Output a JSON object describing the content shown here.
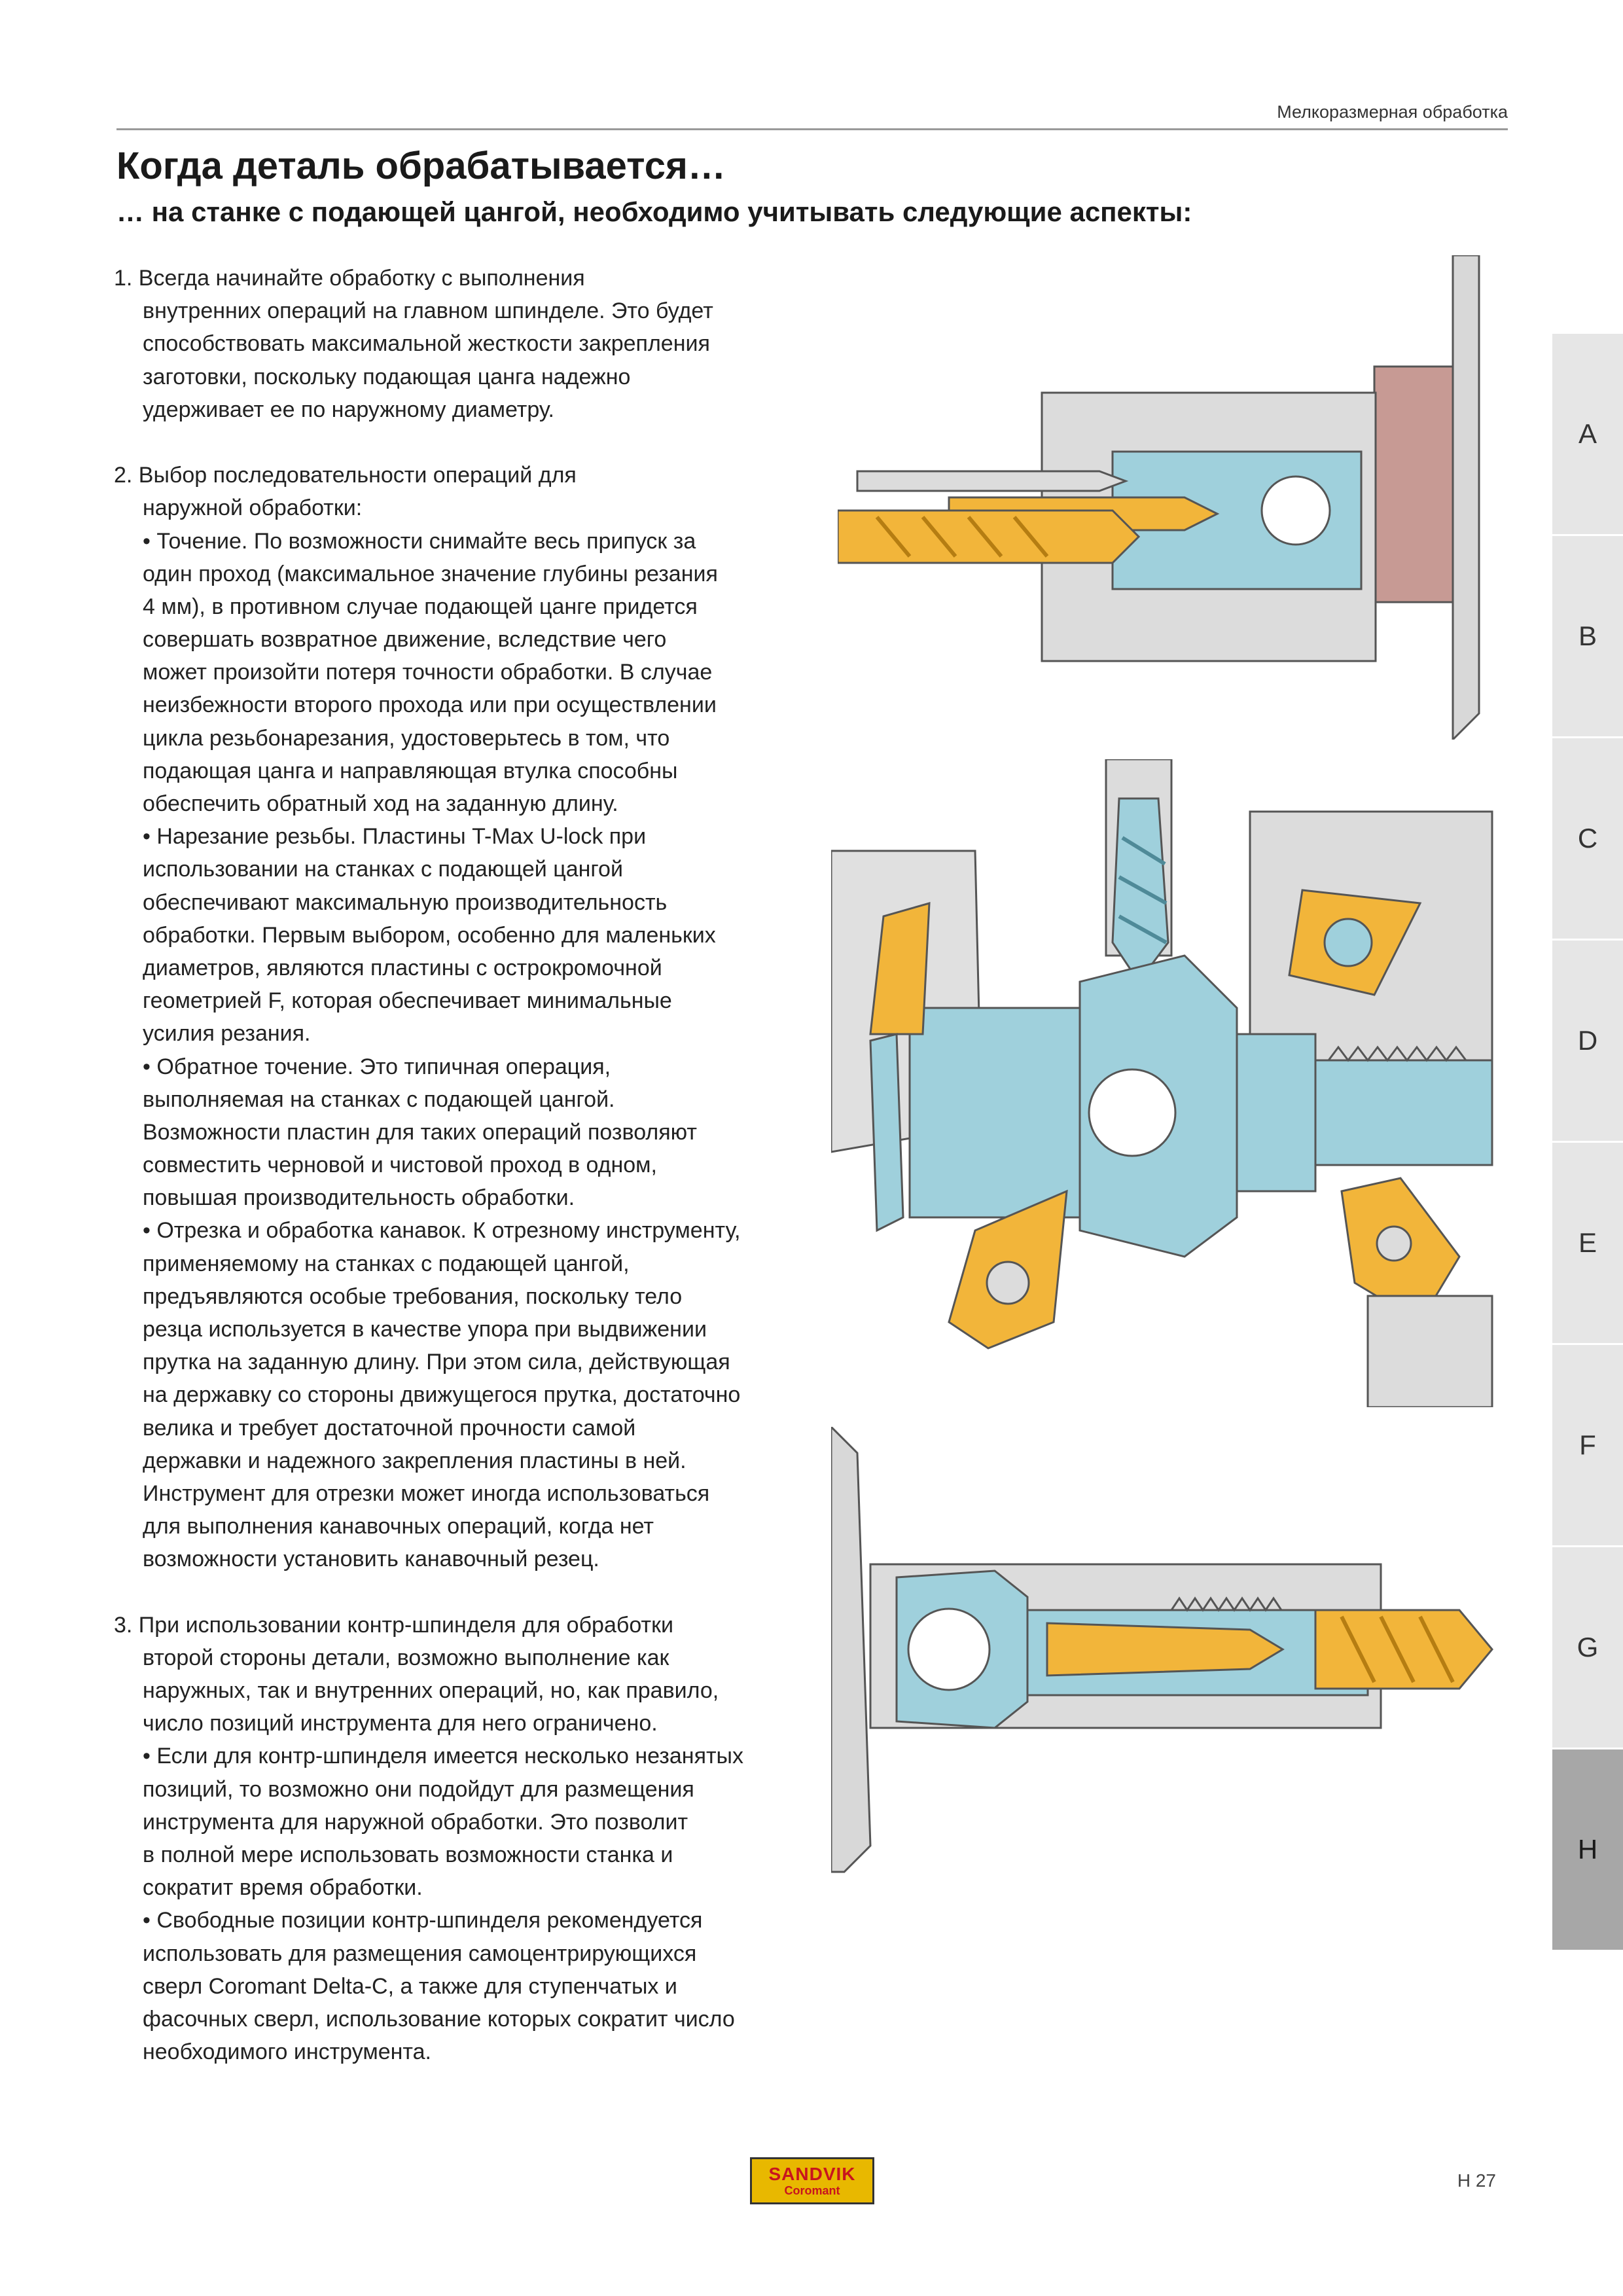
{
  "header": {
    "section": "Мелкоразмерная обработка",
    "title": "Когда деталь обрабатывается…",
    "subtitle": "… на станке с подающей цангой, необходимо учитывать следующие аспекты:"
  },
  "body_lines": [
    "1. Всегда начинайте обработку с выполнения",
    "внутренних операций на главном шпинделе. Это будет",
    "способствовать максимальной жесткости закрепления",
    "заготовки, поскольку подающая цанга надежно",
    "удерживает ее по наружному диаметру.",
    "",
    "2. Выбор последовательности операций для",
    "наружной обработки:",
    "• Точение. По возможности снимайте весь припуск за",
    "один проход (максимальное значение глубины резания",
    "4 мм), в противном случае подающей цанге придется",
    "совершать возвратное движение, вследствие чего",
    "может произойти потеря точности обработки. В случае",
    "неизбежности второго прохода или при осуществлении",
    "цикла резьбонарезания, удостоверьтесь в том, что",
    "подающая цанга и направляющая втулка способны",
    "обеспечить обратный ход на заданную длину.",
    "• Нарезание резьбы. Пластины T-Max U-lock при",
    "использовании на станках с подающей цангой",
    "обеспечивают максимальную производительность",
    "обработки. Первым выбором, особенно для маленьких",
    "диаметров, являются пластины с острокромочной",
    "геометрией F, которая обеспечивает минимальные",
    "усилия резания.",
    "• Обратное точение. Это типичная операция,",
    "выполняемая на станках с подающей цангой.",
    "Возможности пластин для таких операций позволяют",
    "совместить черновой и чистовой проход в одном,",
    "повышая производительность обработки.",
    "• Отрезка и обработка канавок. К отрезному инструменту,",
    "применяемому на станках с подающей цангой,",
    "предъявляются особые требования, поскольку тело",
    "резца используется в качестве упора при выдвижении",
    "прутка на заданную длину. При этом сила, действующая",
    "на державку со стороны движущегося прутка, достаточно",
    "велика и требует достаточной прочности самой",
    "державки и надежного закрепления пластины в ней.",
    "Инструмент для отрезки может иногда использоваться",
    "для выполнения канавочных операций, когда нет",
    "возможности установить канавочный резец.",
    "",
    "3. При использовании контр-шпинделя для обработки",
    "второй стороны детали, возможно выполнение как",
    "наружных, так и внутренних операций, но, как правило,",
    "число позиций инструмента для него ограничено.",
    "• Если для контр-шпинделя имеется несколько незанятых",
    "позиций, то возможно они подойдут для размещения",
    "инструмента для наружной обработки. Это позволит",
    "в полной мере использовать возможности станка и",
    "сократит время обработки.",
    "• Свободные позиции контр-шпинделя рекомендуется",
    "использовать для размещения самоцентрирующихся",
    "сверл Coromant Delta-C, а также для ступенчатых и",
    "фасочных сверл, использование которых сократит число",
    "необходимого инструмента."
  ],
  "tabs": [
    "A",
    "B",
    "C",
    "D",
    "E",
    "F",
    "G",
    "H"
  ],
  "active_tab": "H",
  "footer": {
    "logo_line1": "SANDVIK",
    "logo_line2": "Coromant",
    "page_number": "H 27"
  },
  "colors": {
    "tool_yellow": "#f2b53a",
    "part_blue": "#9fd0dc",
    "holder_grey": "#dcdcdc",
    "spindle_red": "#c79a94",
    "active_tab": "#a7a7a7",
    "inactive_tab": "#e6e6e6"
  }
}
